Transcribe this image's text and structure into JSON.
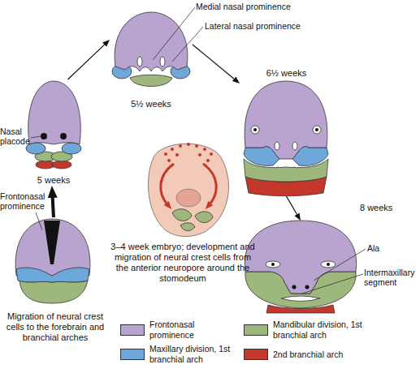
{
  "diagram": {
    "nodes": [
      {
        "text": [
          "Migration of neural crest cells to the forebrain and branchial arches"
        ]
      },
      {
        "text": [
          "5 weeks"
        ]
      },
      {
        "text": [
          "5½ weeks"
        ]
      },
      {
        "text": [
          "6½ weeks"
        ]
      },
      {
        "text": [
          "8 weeks"
        ]
      },
      {
        "text": [
          "3–4 week embryo; development and migration of neural crest cells from the anterior neuropore around the stomodeum"
        ]
      }
    ],
    "edges": [
      {
        "from": 0,
        "to": 1,
        "arrow": "to"
      },
      {
        "from": 1,
        "to": 2,
        "arrow": "to"
      },
      {
        "from": 2,
        "to": 3,
        "arrow": "to"
      },
      {
        "from": 3,
        "to": 4,
        "arrow": "to"
      }
    ],
    "labels": [
      "Medial nasal prominence",
      "Lateral nasal prominence",
      "Nasal placode",
      "Frontonasal prominence",
      "Ala",
      "Intermaxillary segment"
    ],
    "legend": [
      {
        "text": "Frontonasal prominence",
        "color": "#b9a3cf"
      },
      {
        "text": "Mandibular division, 1st branchial arch",
        "color": "#9db77d"
      },
      {
        "text": "Maxillary division, 1st branchial arch",
        "color": "#6ea7d9"
      },
      {
        "text": "2nd branchial arch",
        "color": "#c4382b"
      }
    ]
  }
}
